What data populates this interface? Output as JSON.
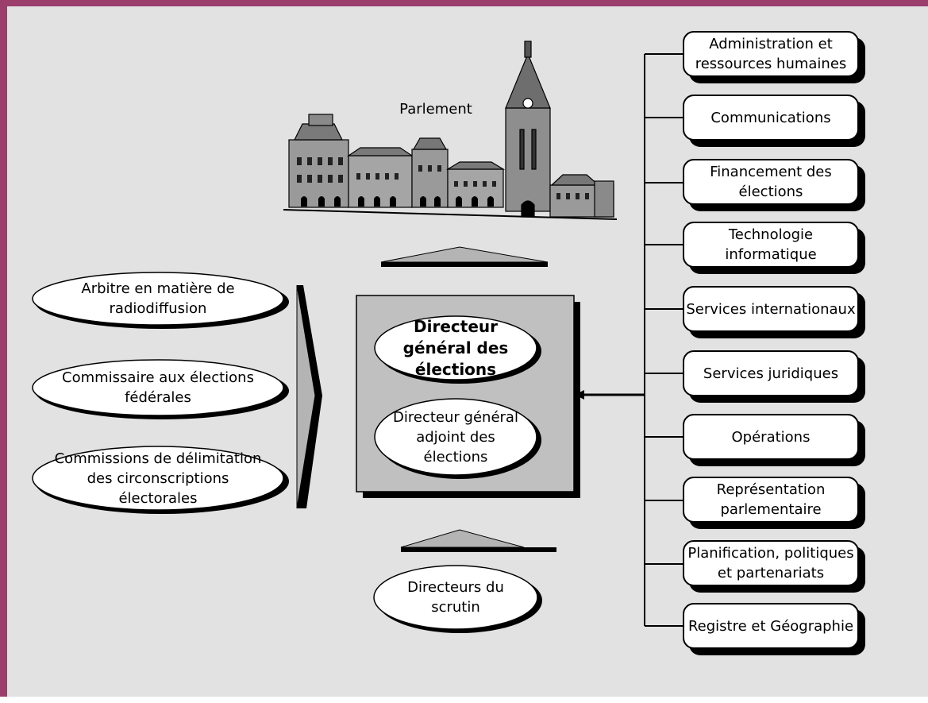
{
  "diagram": {
    "parliament_label": "Parlement",
    "central": {
      "chief": "Directeur\ngénéral des\nélections",
      "deputy": "Directeur général\nadjoint des\nélections"
    },
    "left_ovals": [
      "Arbitre en matière de\nradiodiffusion",
      "Commissaire aux élections\nfédérales",
      "Commissions de délimitation\ndes circonscriptions\nélectorales"
    ],
    "returning_officers": "Directeurs du\nscrutin",
    "departments": [
      "Administration et\nressources humaines",
      "Communications",
      "Financement des\nélections",
      "Technologie\ninformatique",
      "Services internationaux",
      "Services juridiques",
      "Opérations",
      "Représentation\nparlementaire",
      "Planification, politiques\net partenariats",
      "Registre et Géographie"
    ]
  },
  "colors": {
    "frame_border": "#9b3e6c",
    "background": "#e2e2e2",
    "central_box": "#c0c0c0"
  },
  "icons": [
    "parliament-building-icon",
    "up-arrow-icon",
    "right-chevron-arrow-icon",
    "left-pointing-arrowhead-icon"
  ]
}
